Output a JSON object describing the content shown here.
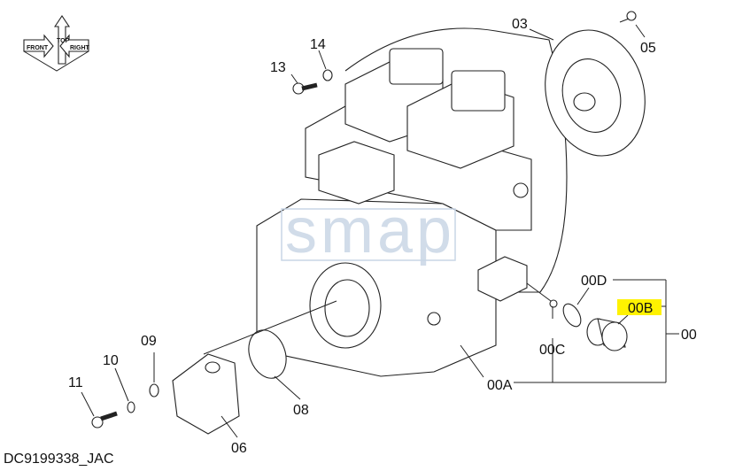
{
  "diagram": {
    "code": "DC9199338_JAC",
    "watermark": "smap",
    "orientation_icon": {
      "front": "FRONT",
      "right": "RIGHT",
      "top": "TOP"
    },
    "highlight_color": "#fff200",
    "callouts": {
      "p03": "03",
      "p05": "05",
      "p14": "14",
      "p13": "13",
      "p00D": "00D",
      "p00B": "00B",
      "p00": "00",
      "p00C": "00C",
      "p00A": "00A",
      "p09": "09",
      "p10": "10",
      "p11": "11",
      "p08": "08",
      "p06": "06"
    },
    "highlighted_part": "00B"
  }
}
